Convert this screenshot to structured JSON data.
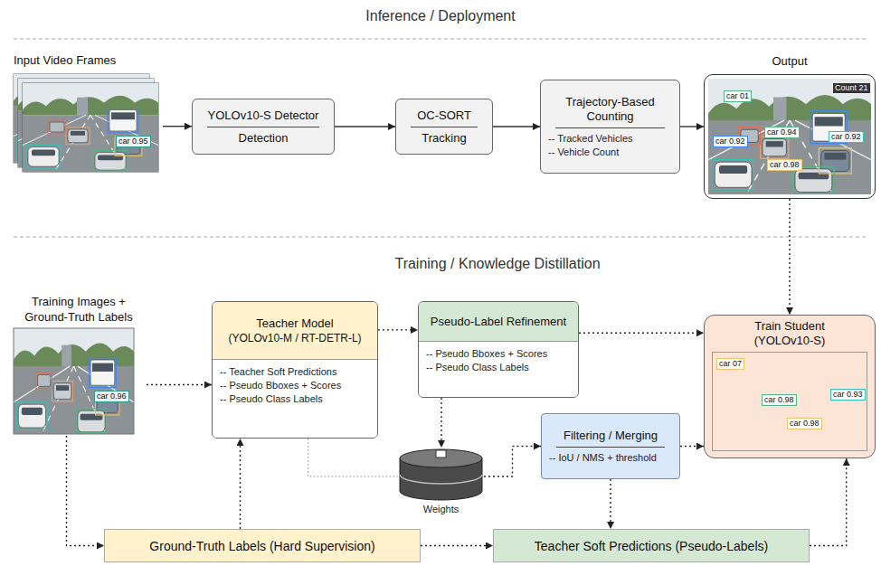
{
  "diagram": {
    "nodes": [
      {
        "text": [
          "Input Video Frames"
        ]
      },
      {
        "text": [
          "YOLOv10-S Detector",
          "Detection"
        ]
      },
      {
        "text": [
          "OC-SORT",
          "Tracking"
        ]
      },
      {
        "text": [
          "Trajectory-Based Counting",
          "-- Tracked Vehicles",
          "-- Vehicle Count"
        ]
      },
      {
        "text": [
          "Output"
        ]
      },
      {
        "text": [
          "Training Images + Ground-Truth Labels"
        ]
      },
      {
        "text": [
          "Teacher Model",
          "(YOLOv10-M / RT-DETR-L)",
          "-- Teacher Soft Predictions",
          "-- Pseudo Bboxes + Scores",
          "-- Pseudo Class Labels"
        ]
      },
      {
        "text": [
          "Pseudo-Label Refinement",
          "-- Pseudo Bboxes + Scores",
          "-- Pseudo Class Labels"
        ]
      },
      {
        "text": [
          "Train Student",
          "(YOLOv10-S)"
        ]
      },
      {
        "text": [
          "Filtering / Merging",
          "-- IoU / NMS + threshold"
        ]
      },
      {
        "text": [
          "Weights"
        ]
      },
      {
        "text": [
          "Ground-Truth Labels (Hard Supervision)"
        ]
      },
      {
        "text": [
          "Teacher Soft Predictions (Pseudo-Labels)"
        ]
      }
    ],
    "edges": [
      {
        "from": 0,
        "to": 1,
        "arrow": "to"
      },
      {
        "from": 1,
        "to": 2,
        "arrow": "to"
      },
      {
        "from": 2,
        "to": 3,
        "arrow": "to"
      },
      {
        "from": 3,
        "to": 4,
        "arrow": "to"
      },
      {
        "from": 4,
        "to": 8,
        "arrow": "to"
      },
      {
        "from": 5,
        "to": 6,
        "arrow": "to"
      },
      {
        "from": 6,
        "to": 7,
        "arrow": "to"
      },
      {
        "from": 7,
        "to": 8,
        "arrow": "to"
      },
      {
        "from": 5,
        "to": 11,
        "arrow": "to"
      },
      {
        "from": 11,
        "to": 6,
        "arrow": "to"
      },
      {
        "from": 11,
        "to": 12,
        "arrow": "to"
      },
      {
        "from": 12,
        "to": 8,
        "arrow": "to"
      },
      {
        "from": 6,
        "to": 10,
        "arrow": "none"
      },
      {
        "from": 7,
        "to": 10,
        "arrow": "to"
      },
      {
        "from": 10,
        "to": 9,
        "arrow": "to"
      },
      {
        "from": 9,
        "to": 8,
        "arrow": "to"
      },
      {
        "from": 9,
        "to": 12,
        "arrow": "to"
      }
    ],
    "labels": [
      "Inference / Deployment",
      "Training / Knowledge Distillation",
      "car 0.95",
      "Count 21",
      "car 01",
      "car 0.92",
      "car 0.94",
      "car 0.98",
      "car 0.92",
      "car 0.96",
      "car 07",
      "car 0.98",
      "car 0.98",
      "car 0.93"
    ]
  }
}
